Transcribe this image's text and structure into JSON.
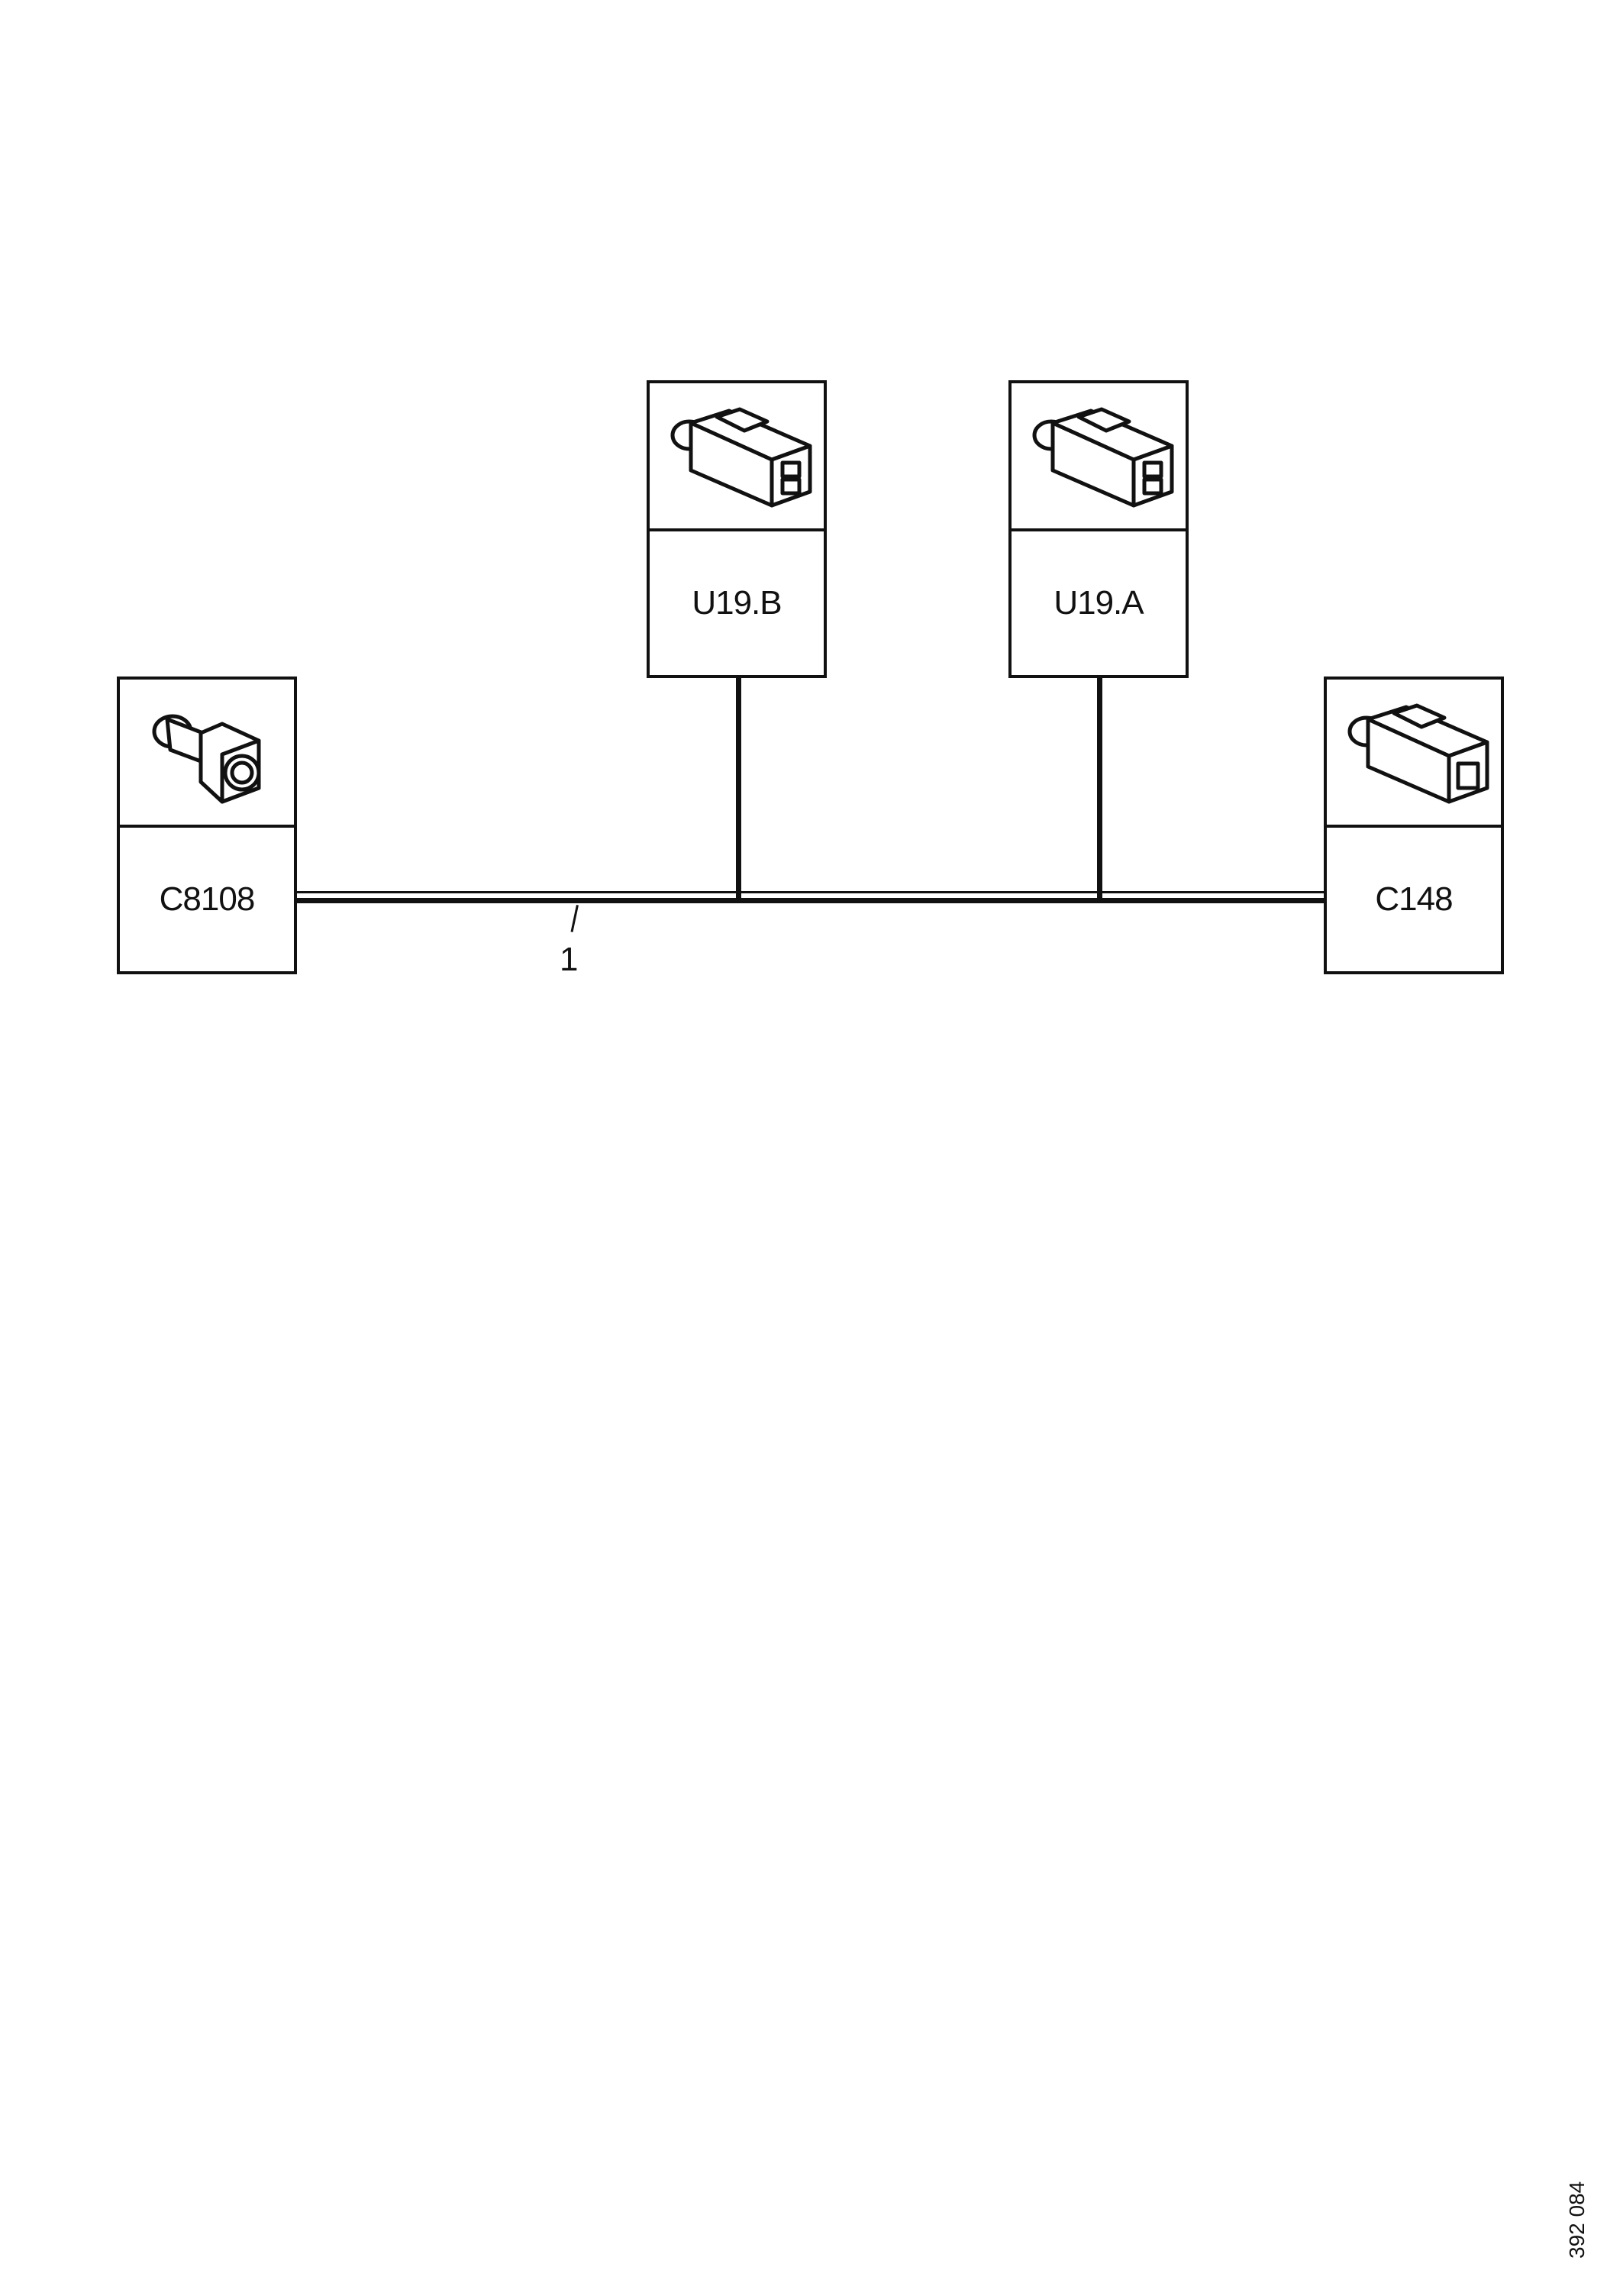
{
  "connectors": {
    "c8108": {
      "label": "C8108",
      "icon": "round-socket-connector-icon"
    },
    "u19b": {
      "label": "U19.B",
      "icon": "two-pin-connector-icon"
    },
    "u19a": {
      "label": "U19.A",
      "icon": "two-pin-connector-icon"
    },
    "c148": {
      "label": "C148",
      "icon": "single-pin-connector-icon"
    }
  },
  "wire": {
    "label": "1"
  },
  "figure_ref": "392 084"
}
